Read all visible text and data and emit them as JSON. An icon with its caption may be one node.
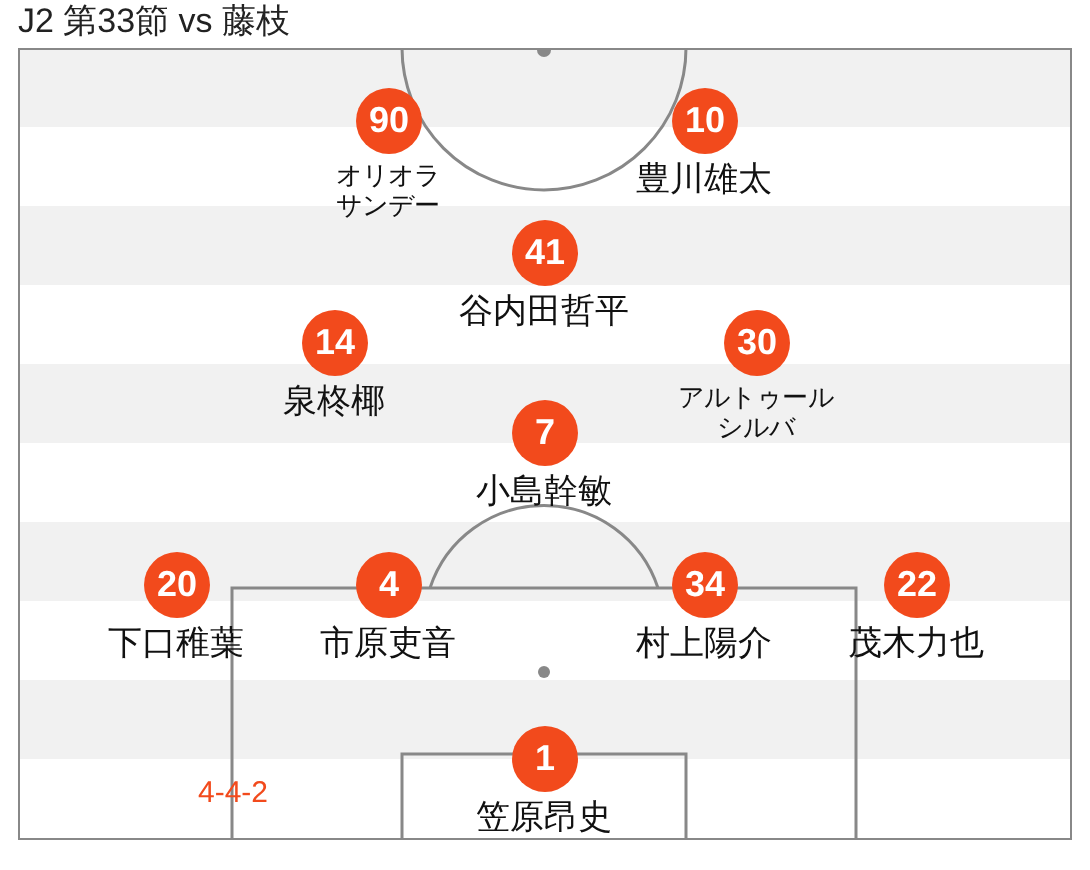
{
  "diagram": {
    "title": "J2 第33節 vs 藤枝",
    "nodes": [
      {
        "text": [
          "90"
        ],
        "beside": [
          "オリオラサンデー"
        ]
      },
      {
        "text": [
          "10"
        ],
        "beside": [
          "豊川雄太"
        ]
      },
      {
        "text": [
          "41"
        ],
        "beside": [
          "谷内田哲平"
        ]
      },
      {
        "text": [
          "14"
        ],
        "beside": [
          "泉柊椰"
        ]
      },
      {
        "text": [
          "30"
        ],
        "beside": [
          "アルトゥールシルバ"
        ]
      },
      {
        "text": [
          "7"
        ],
        "beside": [
          "小島幹敏"
        ]
      },
      {
        "text": [
          "20"
        ],
        "beside": [
          "下口稚葉"
        ]
      },
      {
        "text": [
          "4"
        ],
        "beside": [
          "市原吏音"
        ]
      },
      {
        "text": [
          "34"
        ],
        "beside": [
          "村上陽介"
        ]
      },
      {
        "text": [
          "22"
        ],
        "beside": [
          "茂木力也"
        ]
      },
      {
        "text": [
          "1"
        ],
        "beside": [
          "笠原昂史"
        ]
      }
    ],
    "labels": [
      "4-4-2"
    ]
  }
}
